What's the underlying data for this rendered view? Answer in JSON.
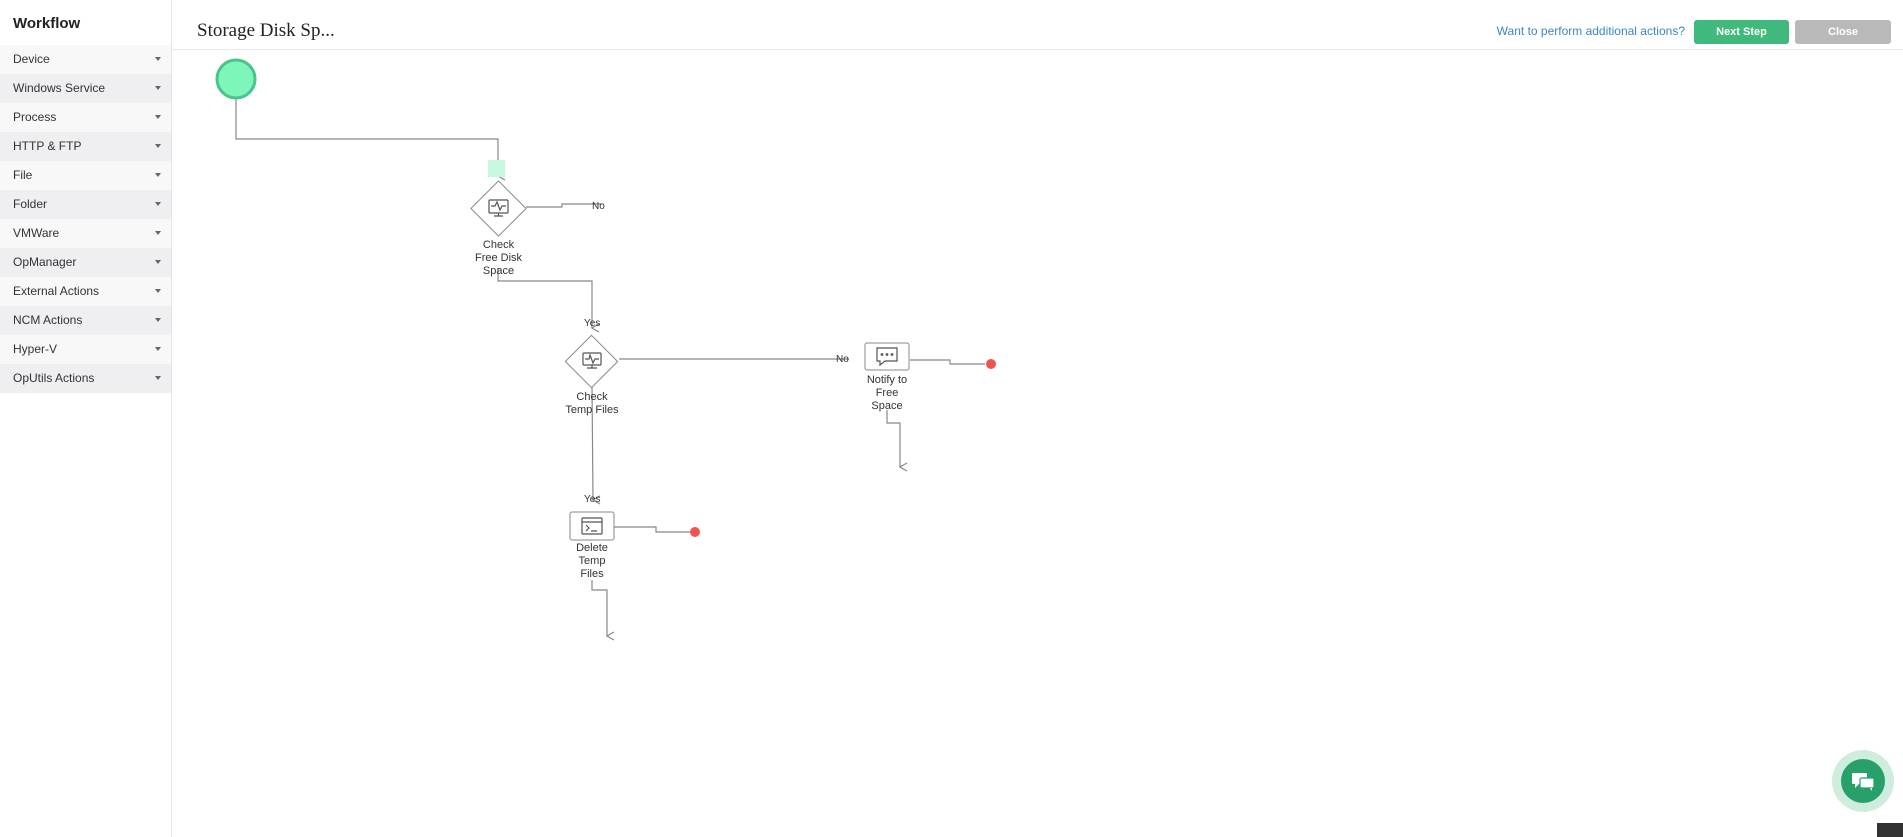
{
  "sidebar": {
    "title": "Workflow",
    "items": [
      {
        "label": "Device"
      },
      {
        "label": "Windows Service"
      },
      {
        "label": "Process"
      },
      {
        "label": "HTTP & FTP"
      },
      {
        "label": "File"
      },
      {
        "label": "Folder"
      },
      {
        "label": "VMWare"
      },
      {
        "label": "OpManager"
      },
      {
        "label": "External Actions"
      },
      {
        "label": "NCM Actions"
      },
      {
        "label": "Hyper-V"
      },
      {
        "label": "OpUtils Actions"
      }
    ]
  },
  "header": {
    "title": "Storage Disk Sp...",
    "more_actions": "Want to perform additional actions?",
    "next_label": "Next Step",
    "close_label": "Close"
  },
  "workflow": {
    "nodes": {
      "check_free_disk": {
        "line1": "Check",
        "line2": "Free Disk",
        "line3": "Space"
      },
      "check_temp": {
        "line1": "Check",
        "line2": "Temp Files"
      },
      "delete_temp": {
        "line1": "Delete",
        "line2": "Temp",
        "line3": "Files"
      },
      "notify": {
        "line1": "Notify to",
        "line2": "Free",
        "line3": "Space"
      }
    },
    "branch": {
      "no": "No",
      "yes": "Yes"
    }
  },
  "colors": {
    "start": "#7ef5bb",
    "start_border": "#49c48a",
    "end": "#ef5350",
    "accent": "#40b97c",
    "connector": "#888888"
  }
}
